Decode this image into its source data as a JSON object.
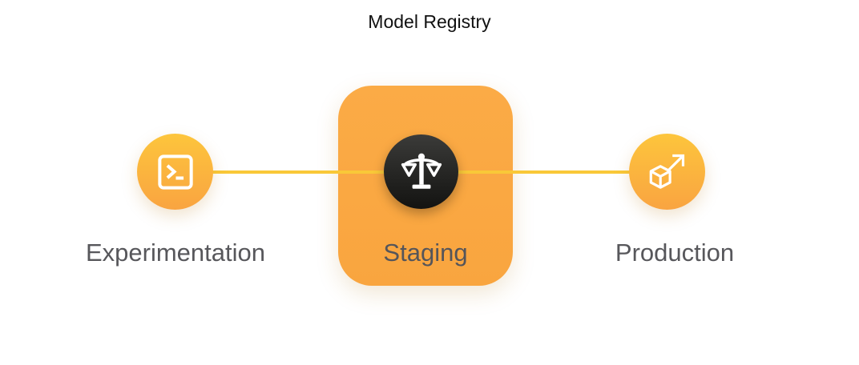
{
  "diagram": {
    "box": {
      "title": "Model Registry"
    },
    "nodes": [
      {
        "label": "Experimentation",
        "icon": "terminal-icon"
      },
      {
        "label": "Staging",
        "icon": "balance-scale-icon"
      },
      {
        "label": "Production",
        "icon": "cube-arrow-icon"
      }
    ],
    "connector": {
      "style": "solid horizontal line",
      "color": "#F9C838"
    },
    "colors": {
      "node_gradient_top": "#FDC53C",
      "node_gradient_bottom": "#F9A441",
      "registry_box_fill": "#FAA843",
      "connector_line": "#F9C838",
      "badge_gradient_top": "#3B3B39",
      "badge_gradient_bottom": "#131311",
      "label_text": "#57575B",
      "title_text": "#111111",
      "icon_stroke": "#FFFFFF",
      "background": "#FFFFFF"
    }
  }
}
